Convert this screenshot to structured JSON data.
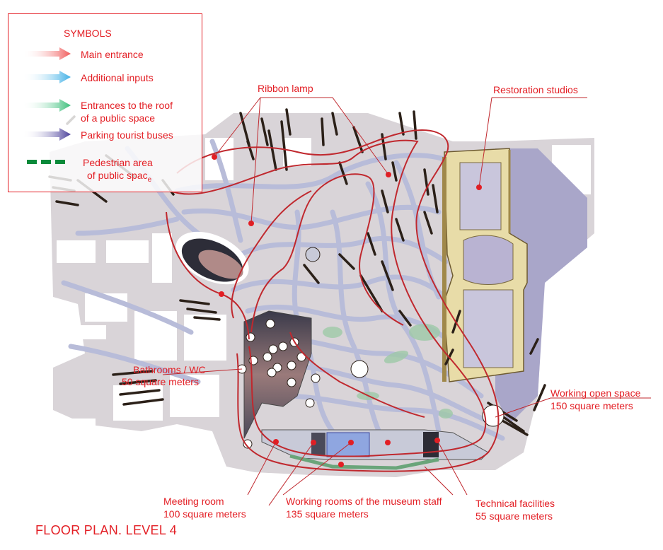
{
  "legend": {
    "title": "SYMBOLS",
    "items": [
      {
        "label": "Main entrance",
        "color": "#f05a5a",
        "icon": "red-arrow-icon"
      },
      {
        "label": "Additional inputs",
        "color": "#3fb0e6",
        "icon": "blue-arrow-icon"
      },
      {
        "label": "Entrances to the roof",
        "label2": "of a public space",
        "color": "#3bbf7a",
        "icon": "green-arrow-icon"
      },
      {
        "label": "Parking tourist buses",
        "color": "#4a3f9a",
        "icon": "purple-arrow-icon"
      },
      {
        "label": "Pedestrian area",
        "label2": "of public spac",
        "label2_sub": "e",
        "color": "#0a8a3a",
        "icon": "green-dashed-line-icon"
      }
    ]
  },
  "labels": {
    "ribbon_lamp": "Ribbon lamp",
    "restoration_studios": "Restoration studios",
    "bathrooms_l1": "Bathrooms / WC",
    "bathrooms_l2": "50 square meters",
    "working_open_l1": "Working open space",
    "working_open_l2": "150 square meters",
    "meeting_l1": "Meeting room",
    "meeting_l2": "100 square meters",
    "staff_l1": "Working rooms of the museum staff",
    "staff_l2": "135 square meters",
    "tech_l1": "Technical facilities",
    "tech_l2": "55 square meters"
  },
  "title": "FLOOR PLAN. LEVEL 4",
  "colors": {
    "accent": "#e31e24",
    "ground": "#d9d4d8",
    "paths": "#b8bcd9",
    "building": "#e8dca8",
    "shadow": "#a9a6c9"
  }
}
